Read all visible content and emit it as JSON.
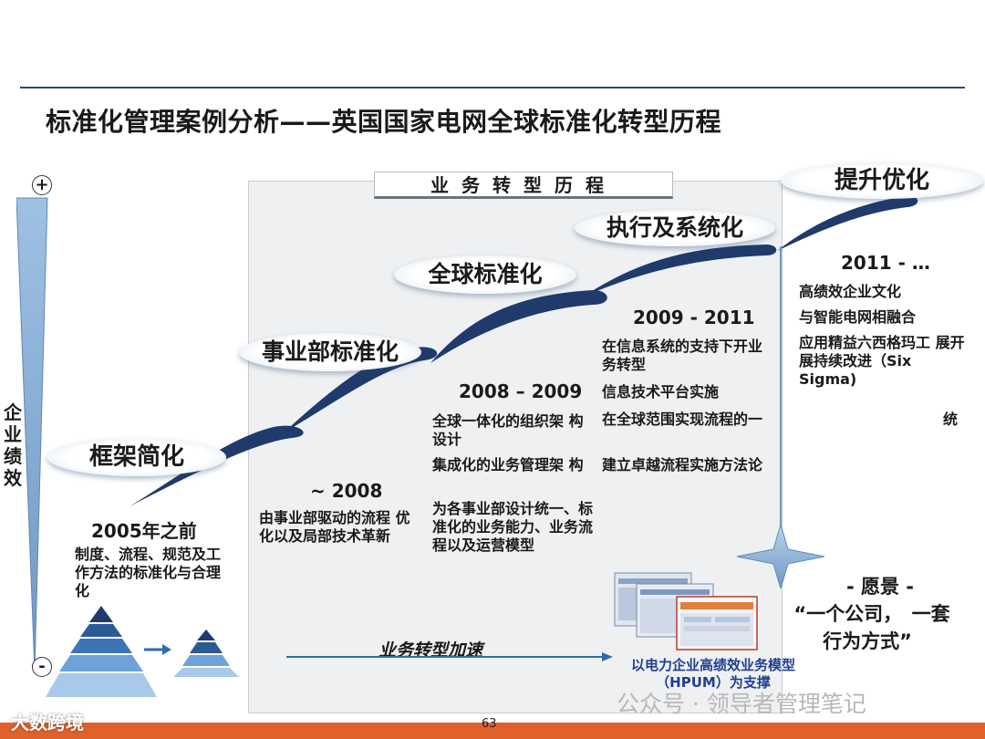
{
  "header": {
    "title": "标准化管理案例分析——英国国家电网全球标准化转型历程"
  },
  "panel": {
    "title": "业务转型历程"
  },
  "axis": {
    "plus": "+",
    "minus": "-",
    "label": "企业绩效"
  },
  "stages": [
    {
      "name": "框架简化",
      "period": "2005年之前",
      "items": [
        "制度、流程、规范及工作方法的标准化与合理化"
      ]
    },
    {
      "name": "事业部标准化",
      "period": "~ 2008",
      "items": [
        "由事业部驱动的流程 优化以及局部技术革新"
      ]
    },
    {
      "name": "全球标准化",
      "period": "2008 – 2009",
      "items": [
        "全球一体化的组织架 构设计",
        "集成化的业务管理架 构",
        "为各事业部设计统一、标准化的业务能力、业务流程以及运营模型"
      ]
    },
    {
      "name": "执行及系统化",
      "period": "2009 - 2011",
      "items": [
        "在信息系统的支持下开业务转型",
        "信息技术平台实施",
        "在全球范围实现流程的一",
        "建立卓越流程实施方法论"
      ]
    },
    {
      "name": "提升优化",
      "period": "2011 - …",
      "items": [
        "高绩效企业文化",
        "与智能电网相融合",
        "应用精益六西格玛工 展开展持续改进（Six Sigma)",
        "统"
      ]
    }
  ],
  "vision": {
    "label": "- 愿景 -",
    "quote_line1": "“一个公司，　一套",
    "quote_line2": "行为方式”"
  },
  "acceleration": {
    "label": "业务转型加速"
  },
  "hpum": {
    "caption": "以电力企业高绩效业务模型（HPUM）为支撑"
  },
  "footer": {
    "page_number": "63",
    "watermark": "公众号 · 领导者管理笔记",
    "logo": "大数跨境"
  },
  "colors": {
    "accent_navy": "#1f3a6b",
    "footer_orange": "#e0622a",
    "axis_blue": "#8fb4d9",
    "rule_blue": "#1f4e79"
  }
}
